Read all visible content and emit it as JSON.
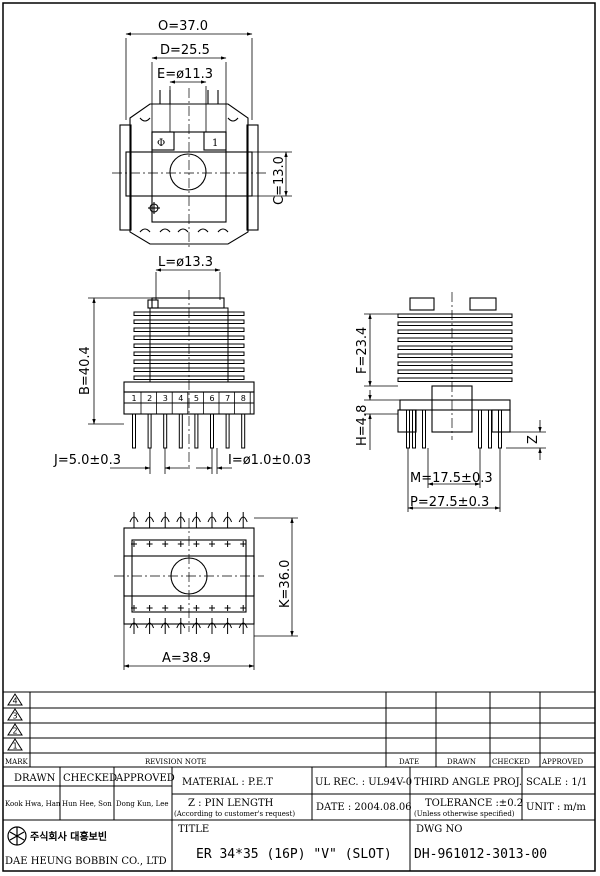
{
  "dimensions": {
    "O": "O=37.0",
    "D": "D=25.5",
    "E": "E=ø11.3",
    "C": "C=13.0",
    "L": "L=ø13.3",
    "B": "B=40.4",
    "F": "F=23.4",
    "H": "H=4.8",
    "J": "J=5.0±0.3",
    "I": "I=ø1.0±0.03",
    "M": "M=17.5±0.3",
    "P": "P=27.5±0.3",
    "Z": "Z",
    "K": "K=36.0",
    "A": "A=38.9"
  },
  "top_view_marks": {
    "pin1_symbol": "Φ",
    "pin_number": "1"
  },
  "pin_numbers": [
    "1",
    "2",
    "3",
    "4",
    "5",
    "6",
    "7",
    "8"
  ],
  "revision_table": {
    "marks": [
      "4",
      "3",
      "2",
      "1"
    ],
    "header_mark": "MARK",
    "header_note": "REVISION NOTE",
    "header_date": "DATE",
    "header_drawn": "DRAWN",
    "header_checked": "CHECKED",
    "header_approved": "APPROVED"
  },
  "title_block": {
    "drawn_label": "DRAWN",
    "checked_label": "CHECKED",
    "approved_label": "APPROVED",
    "drawn_name": "Kook Hwa, Han",
    "checked_name": "Hun Hee, Son",
    "approved_name": "Dong Kun, Lee",
    "material": "MATERIAL : P.E.T",
    "ul_rec": "UL REC. : UL94V-0",
    "projection": "THIRD ANGLE PROJ.",
    "scale": "SCALE : 1/1",
    "pin_length": "Z : PIN LENGTH",
    "pin_length_note": "(According to customer's request)",
    "date": "DATE : 2004.08.06",
    "tolerance": "TOLERANCE :±0.2",
    "tolerance_note": "(Unless otherwise specified)",
    "unit": "UNIT : m/m",
    "company_korean": "주식회사 대흥보빈",
    "company_english": "DAE HEUNG BOBBIN CO., LTD",
    "title_label": "TITLE",
    "title": "ER 34*35 (16P) \"V\" (SLOT)",
    "dwg_label": "DWG NO",
    "dwg_no": "DH-961012-3013-00"
  }
}
